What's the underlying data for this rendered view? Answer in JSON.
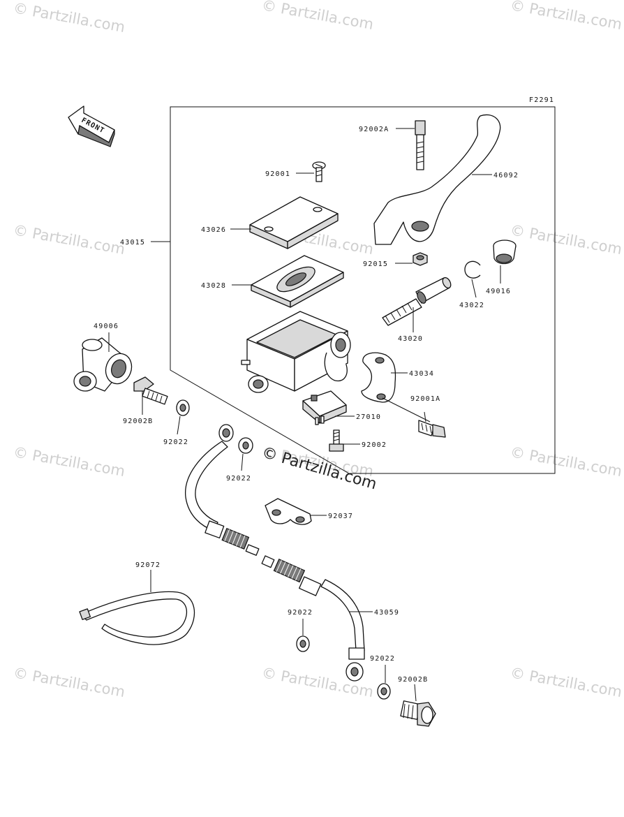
{
  "watermarks": [
    "© Partzilla.com",
    "© Partzilla.com",
    "© Partzilla.com",
    "© Partzilla.com",
    "© Partzilla.com",
    "© Partzilla.com",
    "© Partzilla.com",
    "© Partzilla.com",
    "© Partzilla.com",
    "© Partzilla.com",
    "© Partzilla.com",
    "© Partzilla.com"
  ],
  "center_watermark": "© Partzilla.com",
  "figure_code": "F2291",
  "front_arrow_label": "FRONT",
  "labels": {
    "p92002A": "92002A",
    "p92001": "92001",
    "p46092": "46092",
    "p43026": "43026",
    "p43015": "43015",
    "p92015": "92015",
    "p43028": "43028",
    "p49016": "49016",
    "p43022": "43022",
    "p43020": "43020",
    "p49006": "49006",
    "p43034": "43034",
    "p92001A": "92001A",
    "p92002B_top": "92002B",
    "p27010": "27010",
    "p92022_a": "92022",
    "p92002": "92002",
    "p92022_b": "92022",
    "p92037": "92037",
    "p92072": "92072",
    "p92022_c": "92022",
    "p43059": "43059",
    "p92022_d": "92022",
    "p92002B_bot": "92002B"
  }
}
